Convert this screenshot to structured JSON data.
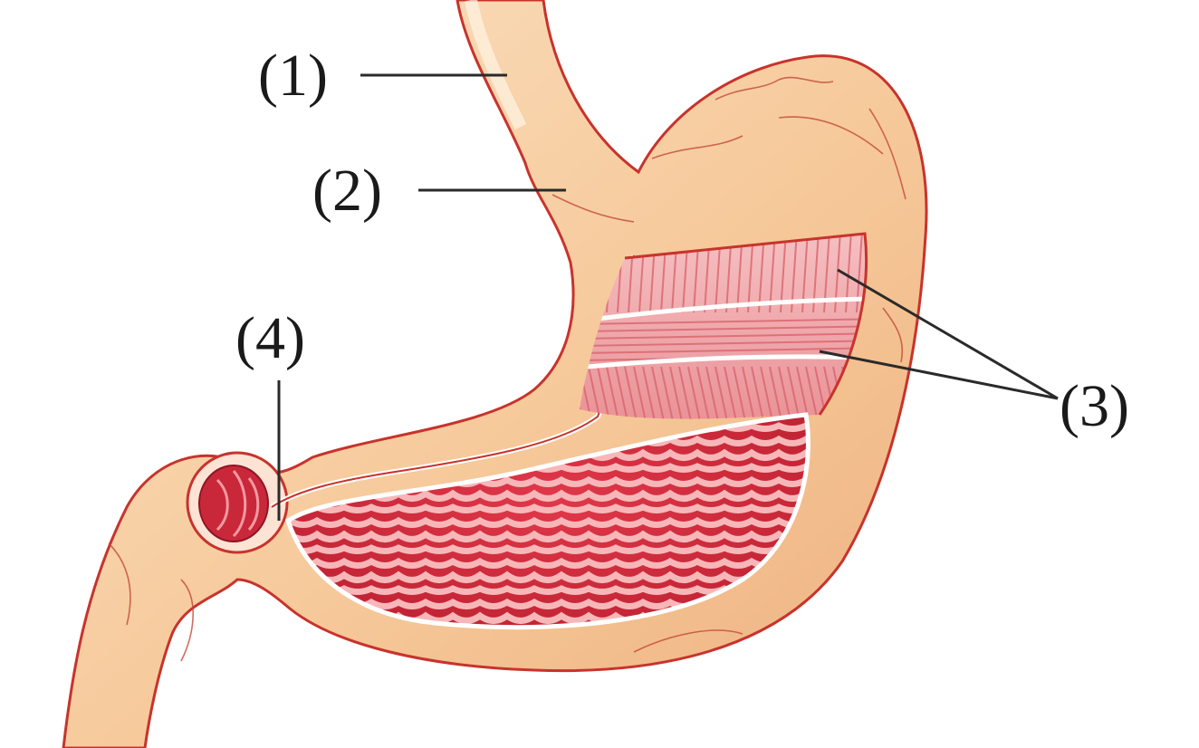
{
  "labels": {
    "label_1": "(1)",
    "label_2": "(2)",
    "label_3": "(3)",
    "label_4": "(4)"
  },
  "colors": {
    "outer_wall": "#f6c99a",
    "outer_wall_edge": "#c8332c",
    "muscle_layer": "#f3a7a9",
    "mucosa": "#d42a3a",
    "mucosa_folds": "#f7b7b8",
    "background": "#ffffff"
  }
}
